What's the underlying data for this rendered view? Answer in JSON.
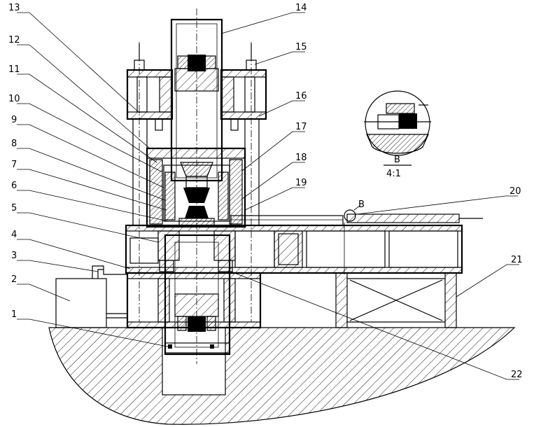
{
  "labels": [
    {
      "id": "1",
      "text": "1"
    },
    {
      "id": "2",
      "text": "2"
    },
    {
      "id": "3",
      "text": "3"
    },
    {
      "id": "4",
      "text": "4"
    },
    {
      "id": "5",
      "text": "5"
    },
    {
      "id": "6",
      "text": "6"
    },
    {
      "id": "7",
      "text": "7"
    },
    {
      "id": "8",
      "text": "8"
    },
    {
      "id": "9",
      "text": "9"
    },
    {
      "id": "10",
      "text": "10"
    },
    {
      "id": "11",
      "text": "11"
    },
    {
      "id": "12",
      "text": "12"
    },
    {
      "id": "13",
      "text": "13"
    },
    {
      "id": "14",
      "text": "14"
    },
    {
      "id": "15",
      "text": "15"
    },
    {
      "id": "16",
      "text": "16"
    },
    {
      "id": "17",
      "text": "17"
    },
    {
      "id": "18",
      "text": "18"
    },
    {
      "id": "19",
      "text": "19"
    },
    {
      "id": "20",
      "text": "20"
    },
    {
      "id": "21",
      "text": "21"
    },
    {
      "id": "22",
      "text": "22"
    }
  ],
  "detail": {
    "marker": "B",
    "title": "B",
    "scale": "4:1"
  }
}
